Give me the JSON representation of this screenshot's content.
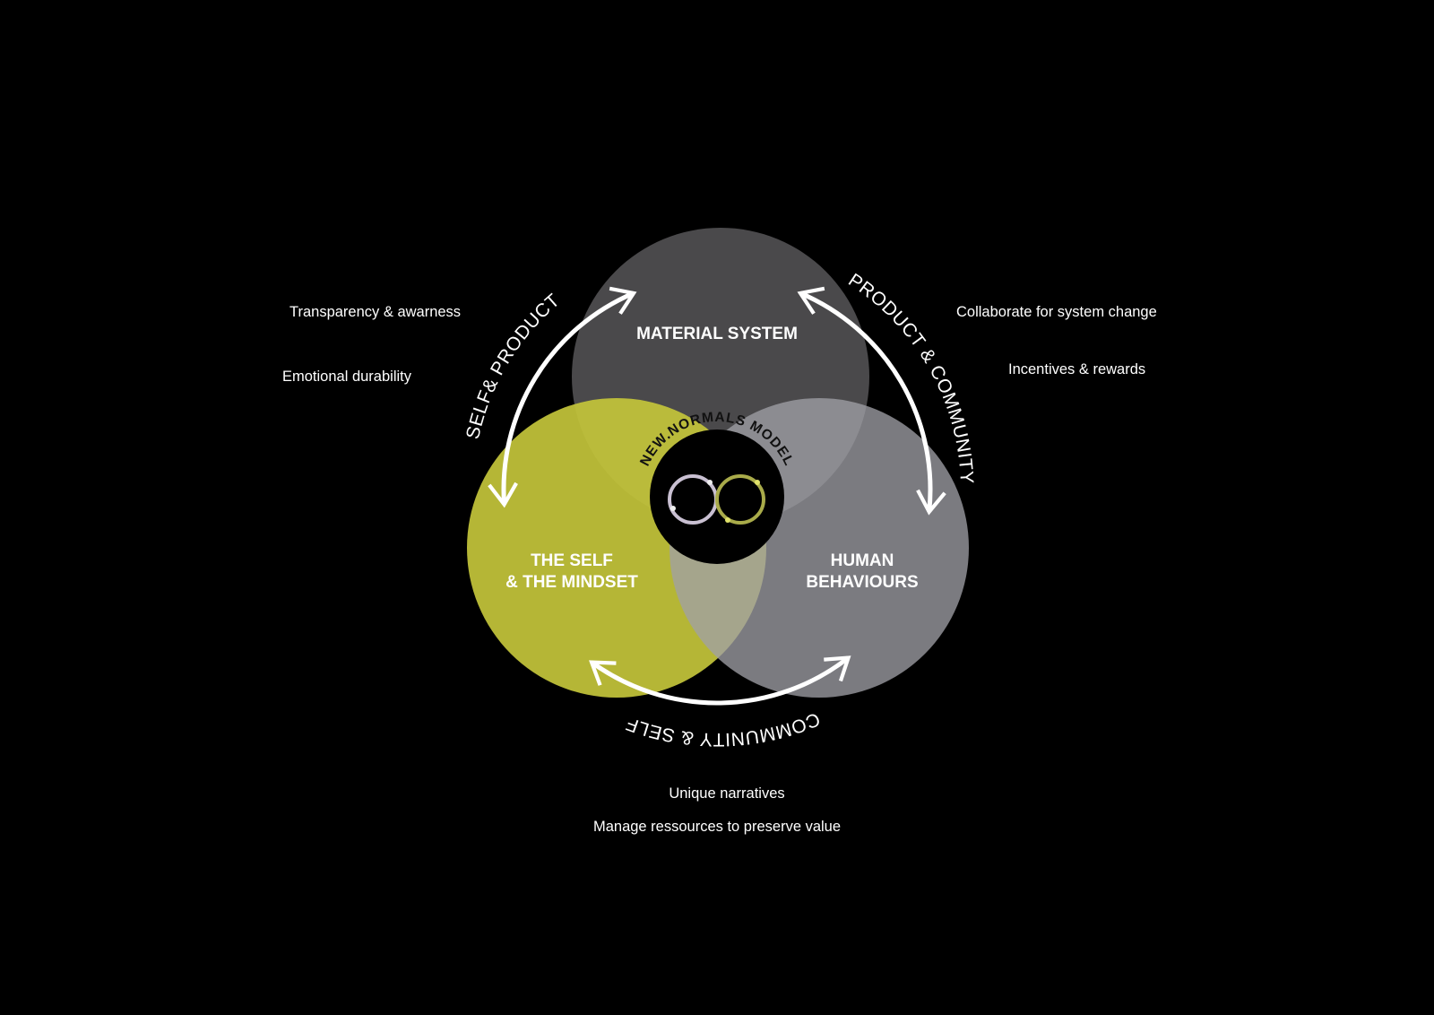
{
  "colors": {
    "background": "#000000",
    "material": "#4a494b",
    "self": "#c3c43a",
    "human": "#a0a0a6",
    "infinity_left": "#c9c0d2",
    "infinity_right": "#a9ab4a"
  },
  "circles": {
    "material": "MATERIAL SYSTEM",
    "self_line1": "THE SELF",
    "self_line2": "& THE MINDSET",
    "human_line1": "HUMAN",
    "human_line2": "BEHAVIOURS"
  },
  "center": {
    "title": "NEW.NORMALS MODEL",
    "icon": "infinity-icon"
  },
  "arc_labels": {
    "self_product": "SELF& PRODUCT",
    "product_community": "PRODUCT & COMMUNITY",
    "community_self": "COMMUNITY & SELF"
  },
  "notes": {
    "left": [
      "Transparency & awarness",
      "Emotional durability"
    ],
    "right": [
      "Collaborate for system change",
      "Incentives & rewards"
    ],
    "bottom": [
      "Unique narratives",
      "Manage ressources to preserve value"
    ]
  }
}
